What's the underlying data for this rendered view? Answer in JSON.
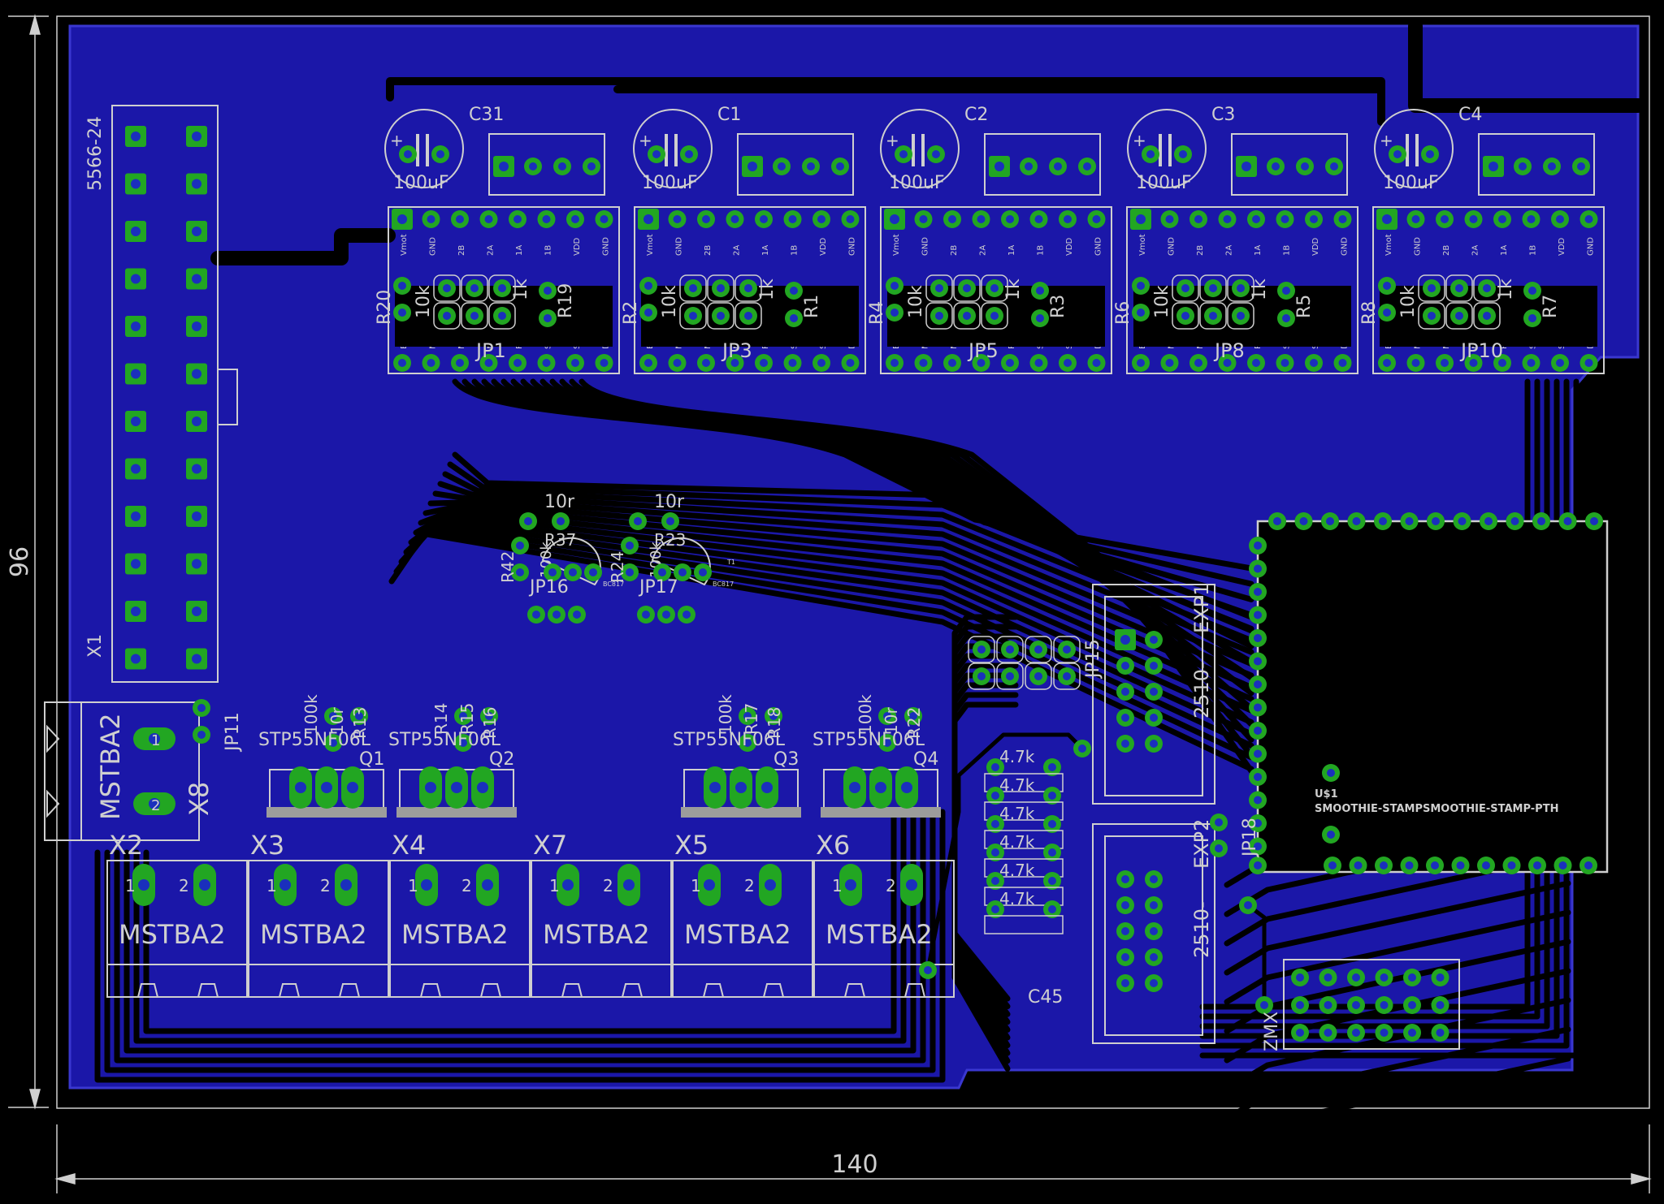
{
  "dimensions": {
    "height_mm": "96",
    "width_mm": "140"
  },
  "colors": {
    "background": "#000000",
    "copper_pour": "#1b17a8",
    "trace_outline": "#3a37d0",
    "pad_ring": "#22a622",
    "pad_hole": "#1a2fbd",
    "silkscreen": "#cfcfcf",
    "top_trace": "#b01818"
  },
  "power_header": {
    "name": "X1",
    "part": "5566-24",
    "connector": "JP11"
  },
  "capacitors": [
    {
      "name": "C31",
      "value": "100uF"
    },
    {
      "name": "C1",
      "value": "100uF"
    },
    {
      "name": "C2",
      "value": "100uF"
    },
    {
      "name": "C3",
      "value": "100uF"
    },
    {
      "name": "C4",
      "value": "100uF"
    }
  ],
  "driver_pins_top": [
    "Vmot",
    "GND",
    "2B",
    "2A",
    "1A",
    "1B",
    "VDD",
    "GND"
  ],
  "driver_pins_bottom": [
    "EN",
    "MS1",
    "MS2",
    "MS3",
    "RST",
    "SLP",
    "STEP",
    "DIR"
  ],
  "drivers": [
    {
      "jumper": "JP1",
      "r_pull": "R20",
      "r_pull_value": "10k",
      "r_sleep": "R19",
      "r_sleep_value": "1k"
    },
    {
      "jumper": "JP3",
      "r_pull": "R2",
      "r_pull_value": "10k",
      "r_sleep": "R1",
      "r_sleep_value": "1k"
    },
    {
      "jumper": "JP5",
      "r_pull": "R4",
      "r_pull_value": "10k",
      "r_sleep": "R3",
      "r_sleep_value": "1k"
    },
    {
      "jumper": "JP8",
      "r_pull": "R6",
      "r_pull_value": "10k",
      "r_sleep": "R5",
      "r_sleep_value": "1k"
    },
    {
      "jumper": "JP10",
      "r_pull": "R8",
      "r_pull_value": "10k",
      "r_sleep": "R7",
      "r_sleep_value": "1k"
    }
  ],
  "small_transistors": [
    {
      "r1": "R42",
      "r2": "R37",
      "r_value": "10r",
      "r_pull": "100k",
      "jumper": "JP16",
      "part": "BC817"
    },
    {
      "r1": "R24",
      "r2": "R23",
      "r_value": "10r",
      "r_pull": "100k",
      "jumper": "JP17",
      "part": "BC817",
      "label": "T1"
    }
  ],
  "mosfets": [
    {
      "name": "Q1",
      "part": "STP55NF06L",
      "label_a": "100k",
      "label_b": "10r",
      "label_c": "R13"
    },
    {
      "name": "Q2",
      "part": "STP55NF06L",
      "label_a": "R14",
      "label_b": "R15",
      "label_c": "R16"
    },
    {
      "name": "Q3",
      "part": "STP55NF06L",
      "label_a": "100k",
      "label_b": "R17",
      "label_c": "R18"
    },
    {
      "name": "Q4",
      "part": "STP55NF06L",
      "label_a": "100k",
      "label_b": "10r",
      "label_c": "R22"
    }
  ],
  "power_input": {
    "name": "X8",
    "part": "MSTBA2",
    "pin1": "1",
    "pin2": "2"
  },
  "terminals": [
    {
      "name": "X2",
      "part": "MSTBA2",
      "pin1": "1",
      "pin2": "2"
    },
    {
      "name": "X3",
      "part": "MSTBA2",
      "pin1": "1",
      "pin2": "2"
    },
    {
      "name": "X4",
      "part": "MSTBA2",
      "pin1": "1",
      "pin2": "2"
    },
    {
      "name": "X7",
      "part": "MSTBA2",
      "pin1": "1",
      "pin2": "2"
    },
    {
      "name": "X5",
      "part": "MSTBA2",
      "pin1": "1",
      "pin2": "2"
    },
    {
      "name": "X6",
      "part": "MSTBA2",
      "pin1": "1",
      "pin2": "2"
    }
  ],
  "thermistor_block": {
    "header": "JP15",
    "resistor_value": "4.7k",
    "capacitor": "C45",
    "labels": [
      "4.7k",
      "4.7k",
      "4.7k",
      "4.7k",
      "4.7k",
      "4.7k"
    ]
  },
  "exp_headers": [
    {
      "name": "EXP1",
      "part": "2510-"
    },
    {
      "name": "EXP2",
      "part": "2510-"
    }
  ],
  "stamp": {
    "ref": "U$1",
    "value": "SMOOTHIE-STAMPSMOOTHIE-STAMP-PTH",
    "jumper": "JP18"
  },
  "zmx_header": {
    "name": "ZMX"
  }
}
